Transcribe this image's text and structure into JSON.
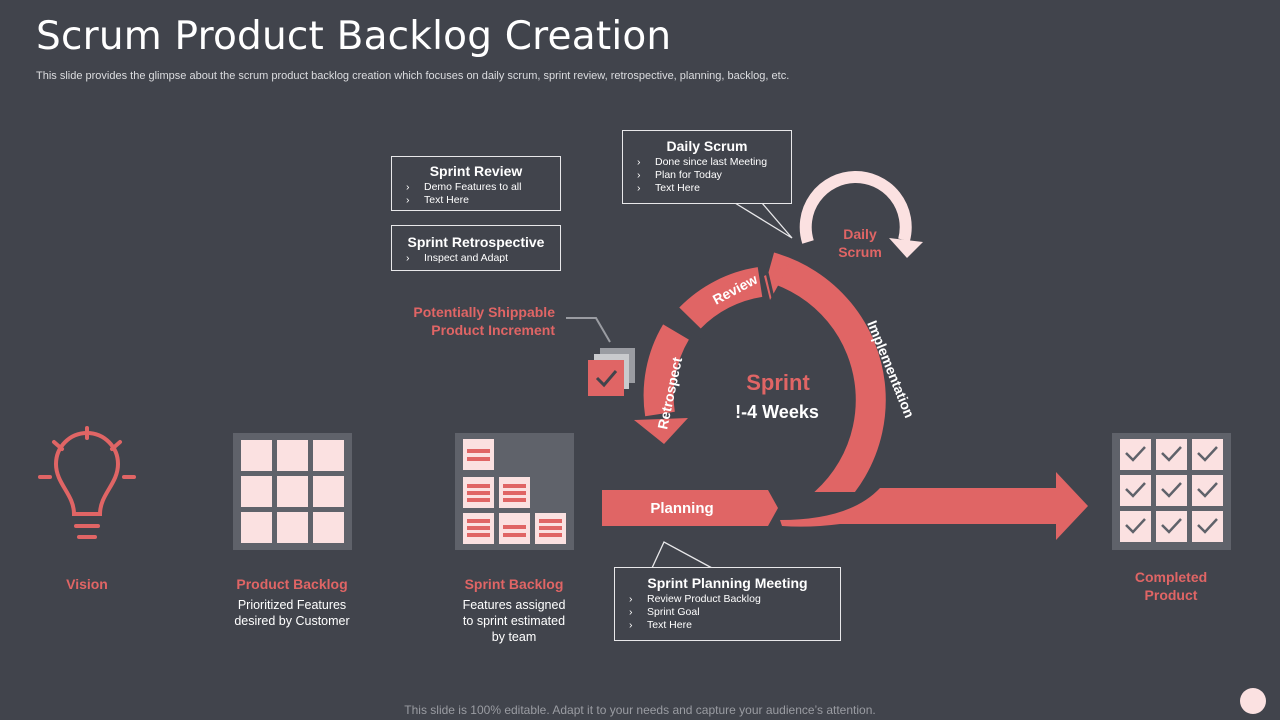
{
  "title": "Scrum Product Backlog Creation",
  "subtitle": "This slide provides the glimpse about the scrum product backlog creation which focuses on daily scrum, sprint review, retrospective, planning, backlog, etc.",
  "callouts": {
    "sprint_review": {
      "title": "Sprint Review",
      "items": [
        "Demo Features to all",
        "Text Here"
      ]
    },
    "sprint_retrospective": {
      "title": "Sprint Retrospective",
      "items": [
        "Inspect and Adapt"
      ]
    },
    "daily_scrum": {
      "title": "Daily Scrum",
      "items": [
        "Done since last Meeting",
        "Plan for Today",
        "Text Here"
      ]
    },
    "sprint_planning": {
      "title": "Sprint Planning Meeting",
      "items": [
        "Review Product Backlog",
        "Sprint Goal",
        "Text Here"
      ]
    }
  },
  "cycle": {
    "sprint": "Sprint",
    "duration": "!-4 Weeks",
    "review": "Review",
    "retrospect": "Retrospect",
    "implementation": "Implementation",
    "planning": "Planning",
    "daily_scrum_line1": "Daily",
    "daily_scrum_line2": "Scrum",
    "increment_line1": "Potentially Shippable",
    "increment_line2": "Product Increment"
  },
  "stages": {
    "vision": {
      "label": "Vision",
      "icon": "lightbulb-icon"
    },
    "product_backlog": {
      "label": "Product Backlog",
      "desc_lines": [
        "Prioritized Features",
        "desired by Customer"
      ]
    },
    "sprint_backlog": {
      "label": "Sprint Backlog",
      "desc_lines": [
        "Features assigned",
        "to sprint estimated",
        "by team"
      ]
    },
    "completed": {
      "label_line1": "Completed",
      "label_line2": "Product",
      "icon": "checklist-grid-icon"
    }
  },
  "footer": "This slide is 100% editable. Adapt it to your needs and capture your audience’s attention.",
  "colors": {
    "background": "#41444c",
    "accent": "#e06565",
    "light_pink": "#fbe1e1",
    "tile": "#5f626a"
  }
}
